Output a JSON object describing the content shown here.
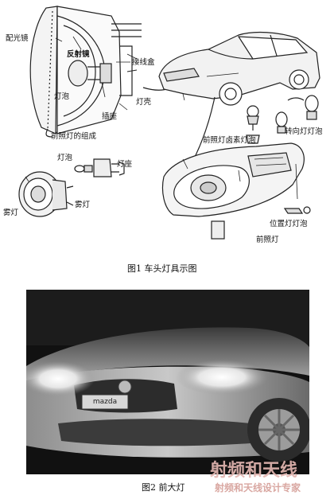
{
  "figure1": {
    "labels": {
      "diffuser": "配光镜",
      "reflector": "反射镜",
      "junction_box": "接线盒",
      "bulb_top": "灯泡",
      "housing": "灯壳",
      "socket": "插座",
      "assembly_caption": "前照灯的组成",
      "bulb_left": "灯泡",
      "lamp_seat": "灯座",
      "fog_lamp_a": "雾灯",
      "fog_lamp_b": "雾灯",
      "halogen_bulb": "前照灯卤素灯泡",
      "turn_bulb": "转向灯灯泡",
      "position_bulb": "位置灯灯泡",
      "headlamp": "前照灯"
    },
    "caption": "图1  车头灯具示图"
  },
  "figure2": {
    "badge": "mazda",
    "caption": "图2  前大灯"
  },
  "watermark": {
    "line1": "射频和天线",
    "line2": "射频和天线设计专家"
  }
}
